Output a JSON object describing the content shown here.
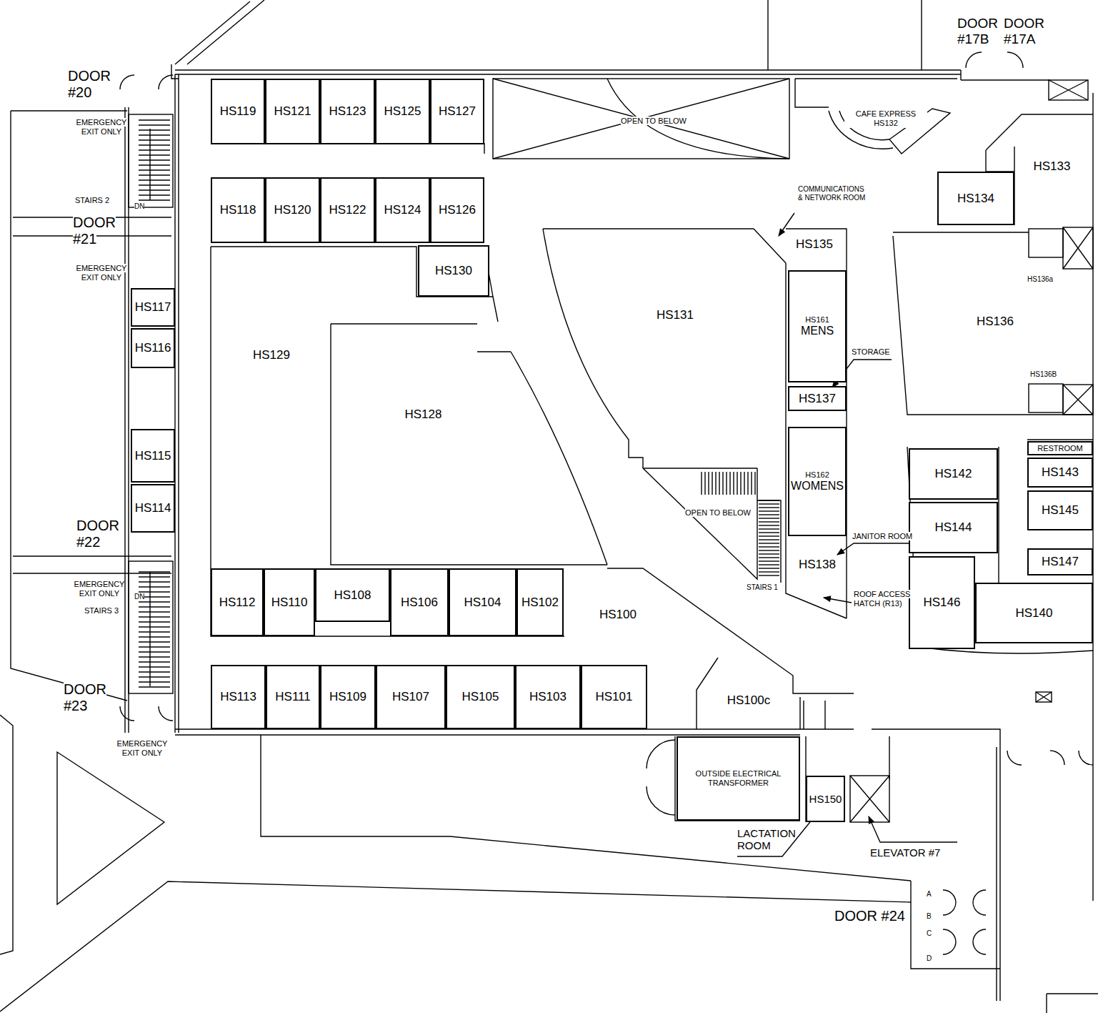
{
  "diagram": {
    "nodes": [
      {
        "text": [
          "HS119"
        ]
      },
      {
        "text": [
          "HS121"
        ]
      },
      {
        "text": [
          "HS123"
        ]
      },
      {
        "text": [
          "HS125"
        ]
      },
      {
        "text": [
          "HS127"
        ]
      },
      {
        "text": [
          "CAFE EXPRESS HS132"
        ]
      },
      {
        "text": [
          "HS133"
        ]
      },
      {
        "text": [
          "HS118"
        ]
      },
      {
        "text": [
          "HS120"
        ]
      },
      {
        "text": [
          "HS122"
        ]
      },
      {
        "text": [
          "HS124"
        ]
      },
      {
        "text": [
          "HS126"
        ]
      },
      {
        "text": [
          "HS134"
        ]
      },
      {
        "text": [
          "HS135"
        ]
      },
      {
        "text": [
          "HS130"
        ]
      },
      {
        "text": [
          "HS117"
        ]
      },
      {
        "text": [
          "HS116"
        ]
      },
      {
        "text": [
          "HS129"
        ]
      },
      {
        "text": [
          "HS131"
        ]
      },
      {
        "text": [
          "HS161",
          "MENS"
        ]
      },
      {
        "text": [
          "HS136"
        ]
      },
      {
        "text": [
          "HS128"
        ]
      },
      {
        "text": [
          "HS137"
        ]
      },
      {
        "text": [
          "HS115"
        ]
      },
      {
        "text": [
          "HS114"
        ]
      },
      {
        "text": [
          "HS162",
          "WOMENS"
        ]
      },
      {
        "text": [
          "RESTROOM"
        ]
      },
      {
        "text": [
          "HS142"
        ]
      },
      {
        "text": [
          "HS143"
        ]
      },
      {
        "text": [
          "HS144"
        ]
      },
      {
        "text": [
          "HS145"
        ]
      },
      {
        "text": [
          "HS138"
        ]
      },
      {
        "text": [
          "HS147"
        ]
      },
      {
        "text": [
          "HS112"
        ]
      },
      {
        "text": [
          "HS110"
        ]
      },
      {
        "text": [
          "HS108"
        ]
      },
      {
        "text": [
          "HS106"
        ]
      },
      {
        "text": [
          "HS104"
        ]
      },
      {
        "text": [
          "HS102"
        ]
      },
      {
        "text": [
          "HS100"
        ]
      },
      {
        "text": [
          "HS146"
        ]
      },
      {
        "text": [
          "HS140"
        ]
      },
      {
        "text": [
          "HS113"
        ]
      },
      {
        "text": [
          "HS111"
        ]
      },
      {
        "text": [
          "HS109"
        ]
      },
      {
        "text": [
          "HS107"
        ]
      },
      {
        "text": [
          "HS105"
        ]
      },
      {
        "text": [
          "HS103"
        ]
      },
      {
        "text": [
          "HS101"
        ]
      },
      {
        "text": [
          "HS100c"
        ]
      },
      {
        "text": [
          "OUTSIDE ELECTRICAL TRANSFORMER"
        ]
      },
      {
        "text": [
          "HS150"
        ]
      }
    ],
    "labels": [
      "DOOR #20",
      "EMERGENCY EXIT ONLY",
      "STAIRS 2",
      "DN",
      "DOOR #21",
      "EMERGENCY EXIT ONLY",
      "DOOR #22",
      "EMERGENCY EXIT ONLY",
      "DN",
      "STAIRS 3",
      "DOOR #23",
      "EMERGENCY EXIT ONLY",
      "DOOR #17B",
      "DOOR #17A",
      "OPEN TO BELOW",
      "COMMUNICATIONS & NETWORK ROOM",
      "STORAGE",
      "OPEN TO BELOW",
      "JANITOR ROOM",
      "STAIRS 1",
      "ROOF ACCESS HATCH (R13)",
      "HS136a",
      "HS136B",
      "LACTATION ROOM",
      "ELEVATOR #7",
      "DOOR #24",
      "A",
      "B",
      "C",
      "D"
    ]
  }
}
